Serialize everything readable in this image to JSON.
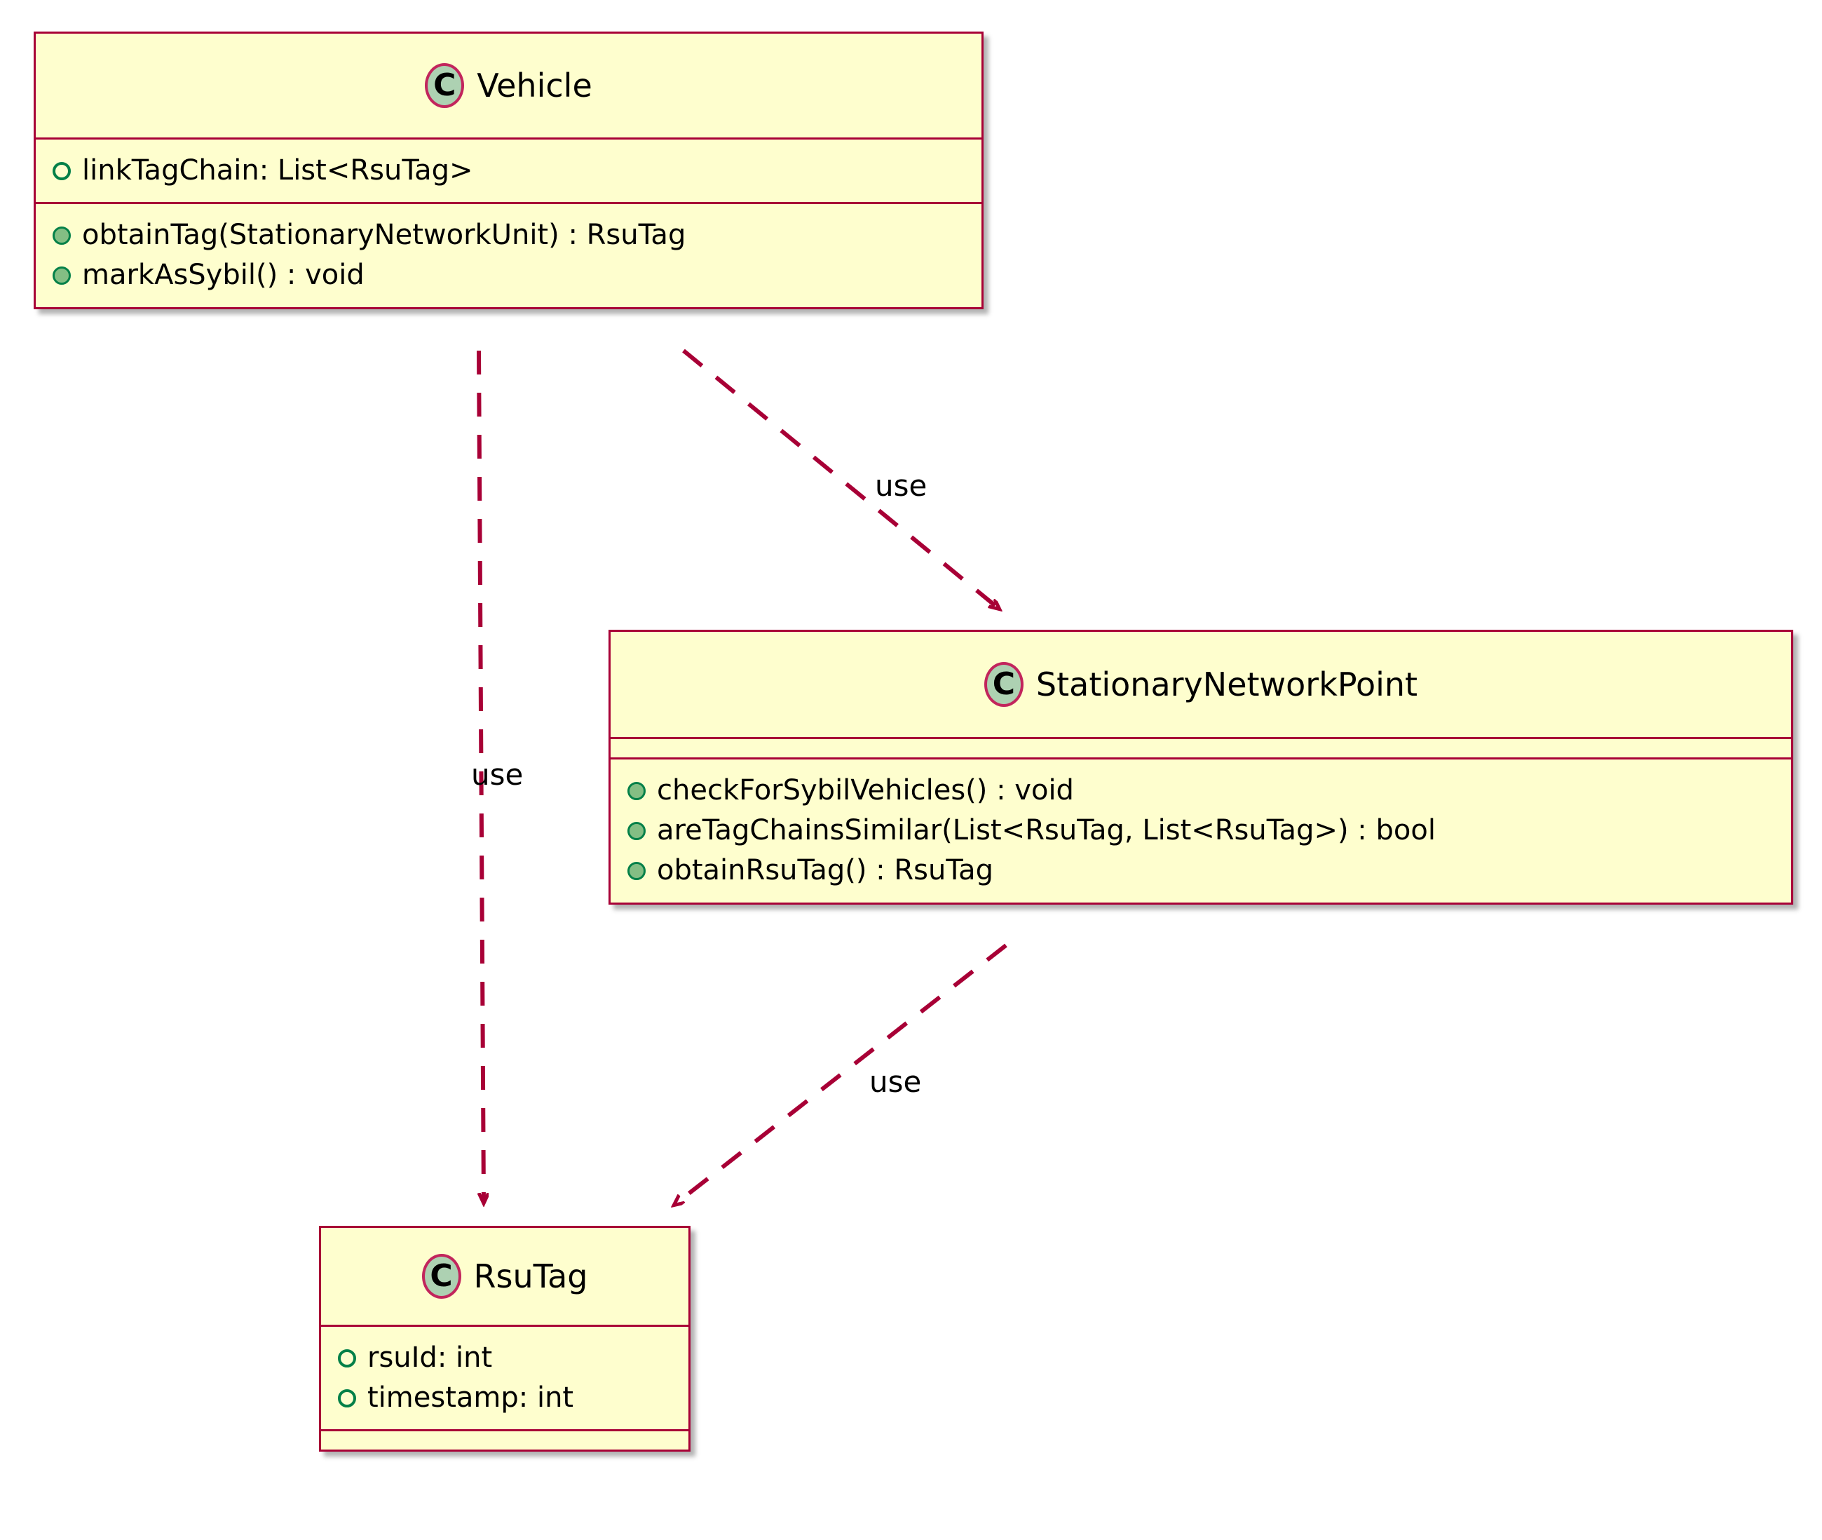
{
  "diagram": {
    "type": "uml-class-diagram",
    "background": "#FFFFFF",
    "palette": {
      "box_fill": "#FEFECE",
      "box_border": "#A80036",
      "badge_fill": "#ADD1B2",
      "badge_stroke": "#C2255C",
      "edge_color": "#A80036",
      "field_marker": "#038048",
      "method_marker": "#84BE84",
      "text": "#000000"
    },
    "classes": [
      {
        "id": "vehicle",
        "stereotype_glyph": "C",
        "name": "Vehicle",
        "fields": [
          {
            "visibility_icon": "package-private-field-icon",
            "text": "linkTagChain: List<RsuTag>"
          }
        ],
        "methods": [
          {
            "visibility_icon": "public-method-icon",
            "text": "obtainTag(StationaryNetworkUnit) : RsuTag"
          },
          {
            "visibility_icon": "public-method-icon",
            "text": "markAsSybil() : void"
          }
        ]
      },
      {
        "id": "stationary-network-point",
        "stereotype_glyph": "C",
        "name": "StationaryNetworkPoint",
        "fields": [],
        "methods": [
          {
            "visibility_icon": "public-method-icon",
            "text": "checkForSybilVehicles() : void"
          },
          {
            "visibility_icon": "public-method-icon",
            "text": "areTagChainsSimilar(List<RsuTag, List<RsuTag>) : bool"
          },
          {
            "visibility_icon": "public-method-icon",
            "text": "obtainRsuTag() : RsuTag"
          }
        ]
      },
      {
        "id": "rsu-tag",
        "stereotype_glyph": "C",
        "name": "RsuTag",
        "fields": [
          {
            "visibility_icon": "package-private-field-icon",
            "text": "rsuId: int"
          },
          {
            "visibility_icon": "package-private-field-icon",
            "text": "timestamp: int"
          }
        ],
        "methods": []
      }
    ],
    "relationships": [
      {
        "id": "vehicle-uses-snp",
        "from": "Vehicle",
        "to": "StationaryNetworkPoint",
        "label": "use",
        "style": "dashed",
        "arrow": "open"
      },
      {
        "id": "vehicle-uses-rsutag",
        "from": "Vehicle",
        "to": "RsuTag",
        "label": "use",
        "style": "dashed",
        "arrow": "open"
      },
      {
        "id": "snp-uses-rsutag",
        "from": "StationaryNetworkPoint",
        "to": "RsuTag",
        "label": "use",
        "style": "dashed",
        "arrow": "open"
      }
    ]
  }
}
